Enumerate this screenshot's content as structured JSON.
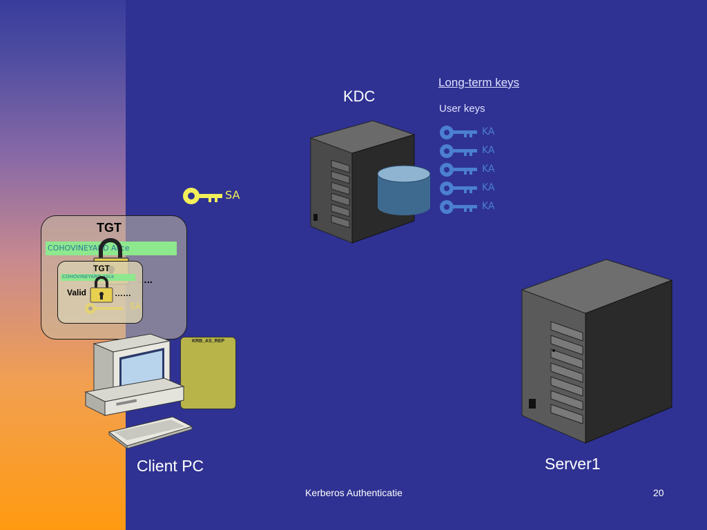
{
  "slide": {
    "kdc_label": "KDC",
    "long_term_keys_link": "Long-term keys",
    "user_keys_label": "User keys",
    "user_keys": [
      "KA",
      "KA",
      "KA",
      "KA",
      "KA"
    ],
    "session_key_label": "SA",
    "tgt_outer": {
      "title": "TGT",
      "green_bar_text": "COHOVINEYARD  Alice",
      "dots": "…..",
      "inner": {
        "title": "TGT",
        "green_bar_text": "COHOVINEYARD  Alice",
        "valid_label": "Valid",
        "dots": "……",
        "key_label": "SA"
      }
    },
    "krb_label": "KRB_AS_REP",
    "client_label": "Client PC",
    "server_label": "Server1",
    "footer_text": "Kerberos Authenticatie",
    "page_number": "20"
  },
  "colors": {
    "background": "#2f3292",
    "user_key": "#4b7fd1",
    "session_key": "#f2f05a",
    "message_box": "#b8b44a"
  }
}
